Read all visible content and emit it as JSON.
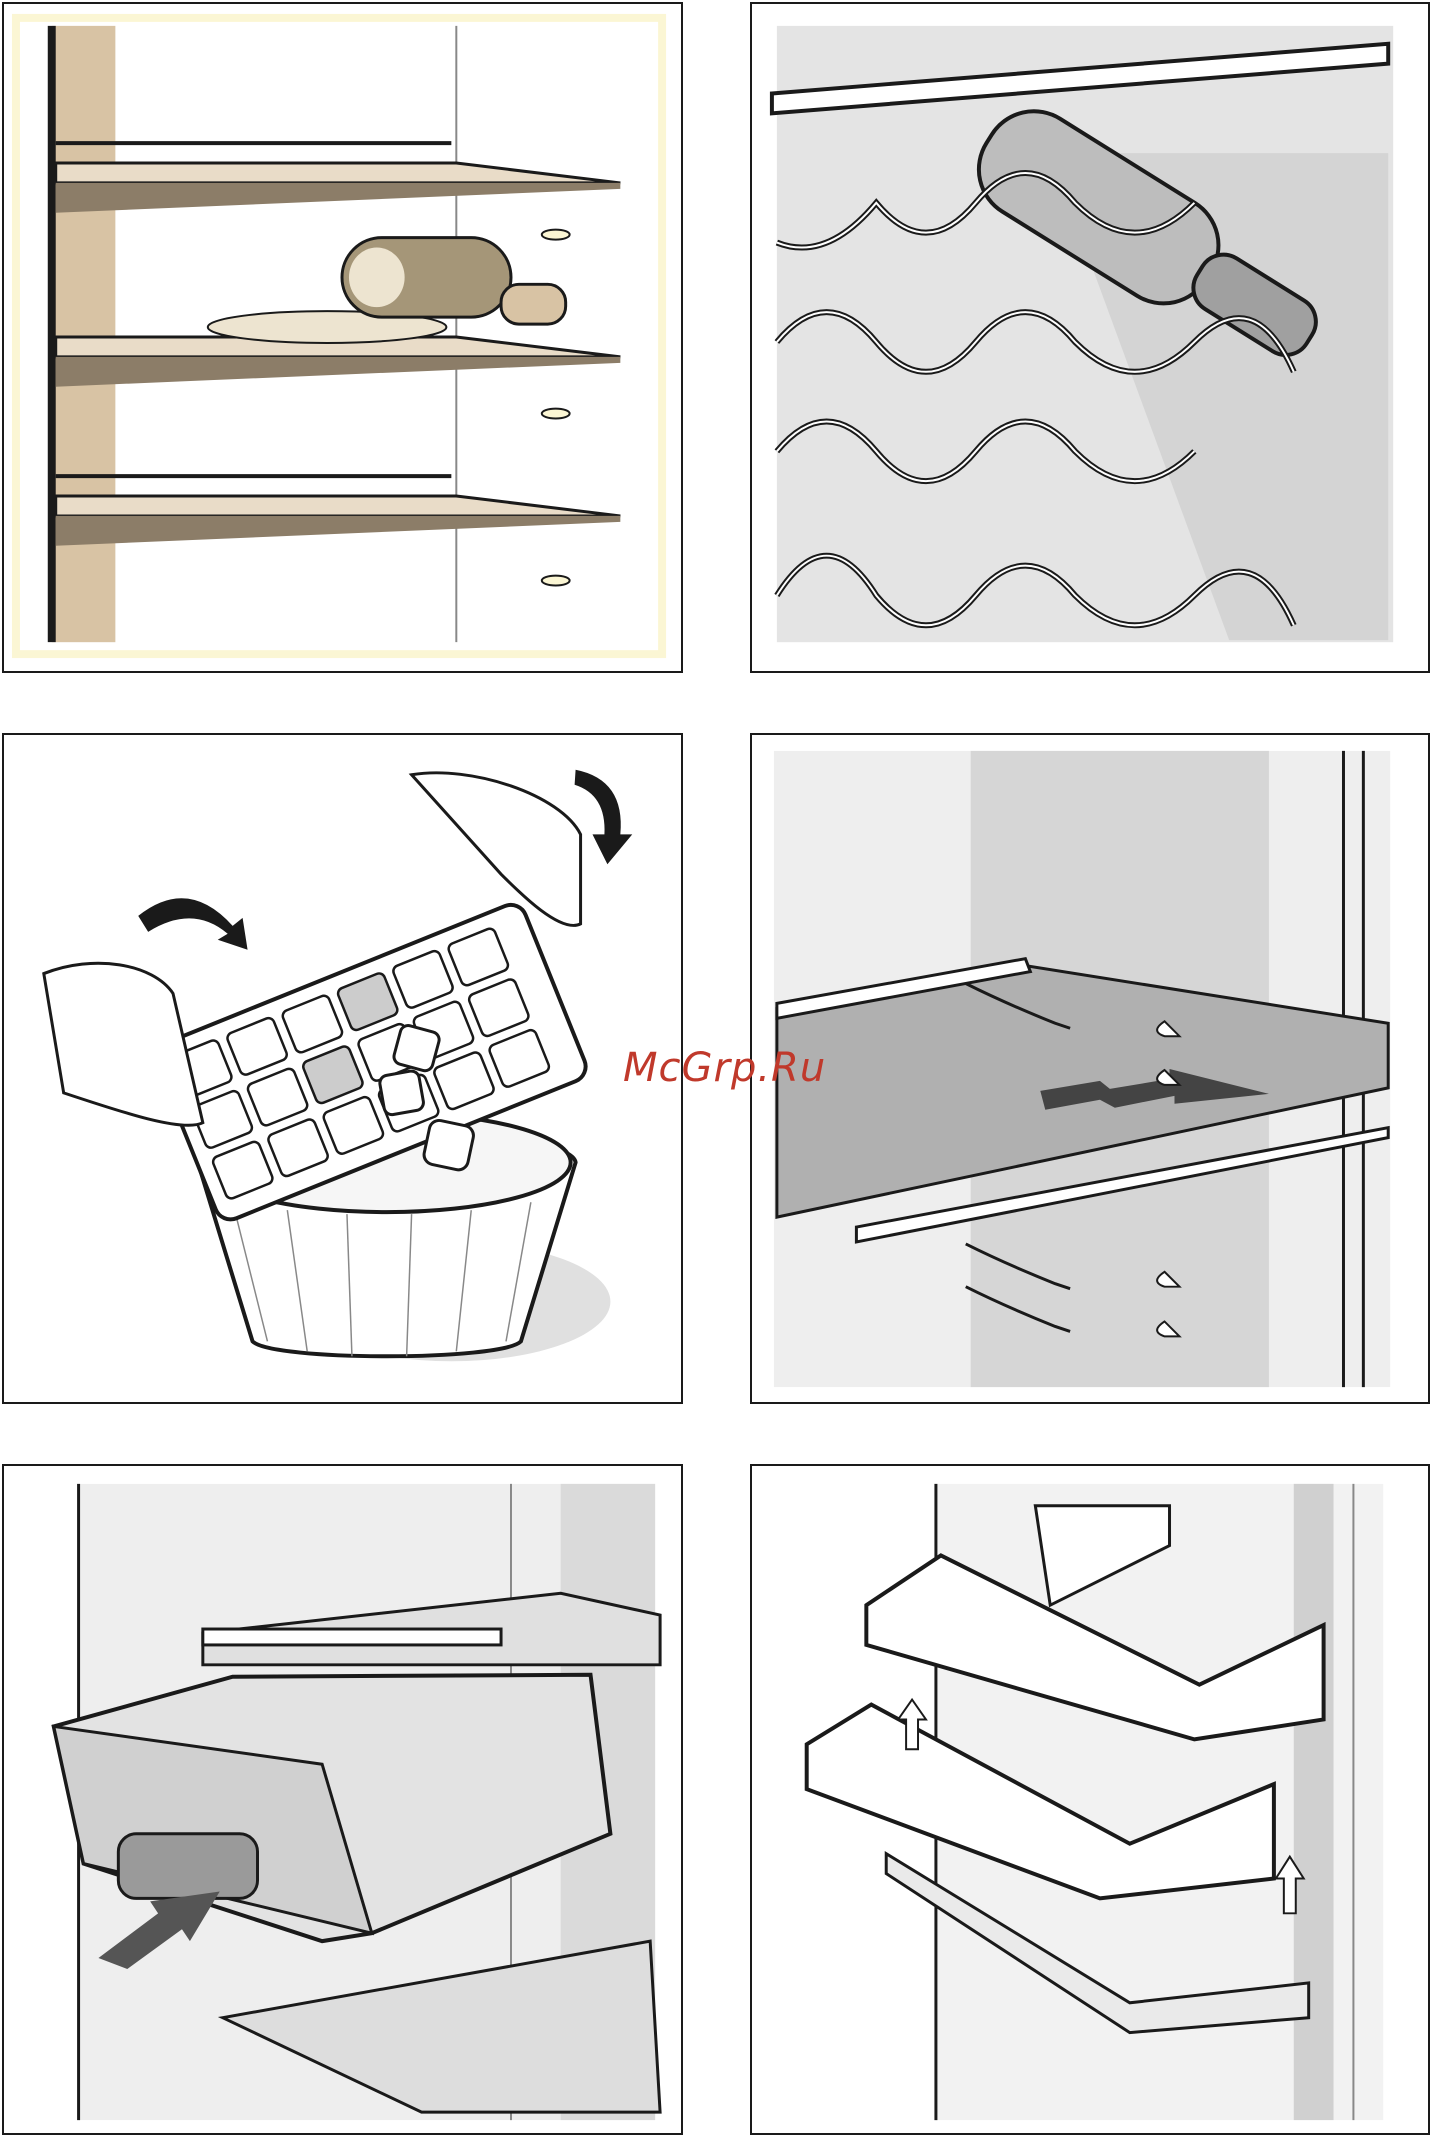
{
  "watermark": {
    "text": "McGrp.Ru",
    "color": "#c0392b"
  },
  "panels": [
    {
      "id": "shelves-with-bottle",
      "icon": "bottle-on-shelf-illustration"
    },
    {
      "id": "bottle-rack",
      "icon": "wine-rack-illustration"
    },
    {
      "id": "ice-tray",
      "icon": "ice-cube-tray-illustration"
    },
    {
      "id": "shelf-removal",
      "icon": "glass-shelf-slide-illustration"
    },
    {
      "id": "vegetable-drawer",
      "icon": "crisper-drawer-illustration"
    },
    {
      "id": "door-shelves",
      "icon": "door-shelf-lift-illustration"
    }
  ],
  "colors": {
    "line": "#1a1a1a",
    "wood": "#d8c3a4",
    "shelf": "#e9dcc8",
    "grey": "#c8c8c8",
    "light": "#ececec",
    "bottle": "#a59678",
    "frame": "#fbf6d4"
  }
}
